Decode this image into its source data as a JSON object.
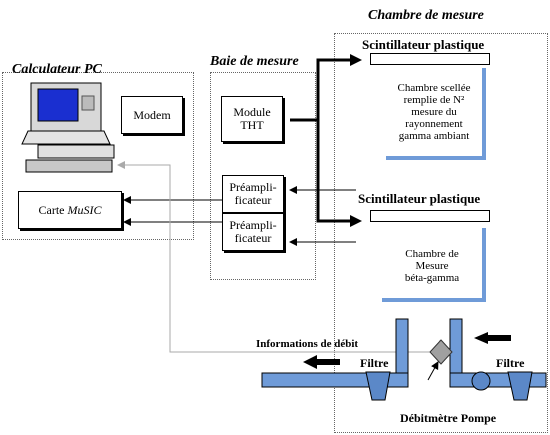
{
  "titles": {
    "calculateur": "Calculateur PC",
    "baie": "Baie de mesure",
    "chambre": "Chambre de mesure"
  },
  "pc": {
    "modem": "Modem",
    "carte_prefix": "Carte ",
    "carte_name": "MuSIC"
  },
  "baie": {
    "module_line1": "Module",
    "module_line2": "THT",
    "preamp1_line1": "Préampli-",
    "preamp1_line2": "ficateur",
    "preamp2_line1": "Préampli-",
    "preamp2_line2": "ficateur"
  },
  "chambre": {
    "scint1": "Scintillateur plastique",
    "scint2": "Scintillateur plastique",
    "sealed_lines": [
      "Chambre scellée",
      "remplie de N²",
      "mesure du",
      "rayonnement",
      "gamma ambiant"
    ],
    "betagamma_lines": [
      "Chambre de",
      "Mesure",
      "béta-gamma"
    ]
  },
  "flow": {
    "info_debit": "Informations de débit",
    "filtre_left": "Filtre",
    "filtre_right": "Filtre",
    "debitmetre_pompe": "Débitmètre Pompe"
  },
  "colors": {
    "pipe": "#6f9bd8",
    "filter": "#5b88c8",
    "valve": "#a0a0a0",
    "screen": "#1a2fd0"
  }
}
